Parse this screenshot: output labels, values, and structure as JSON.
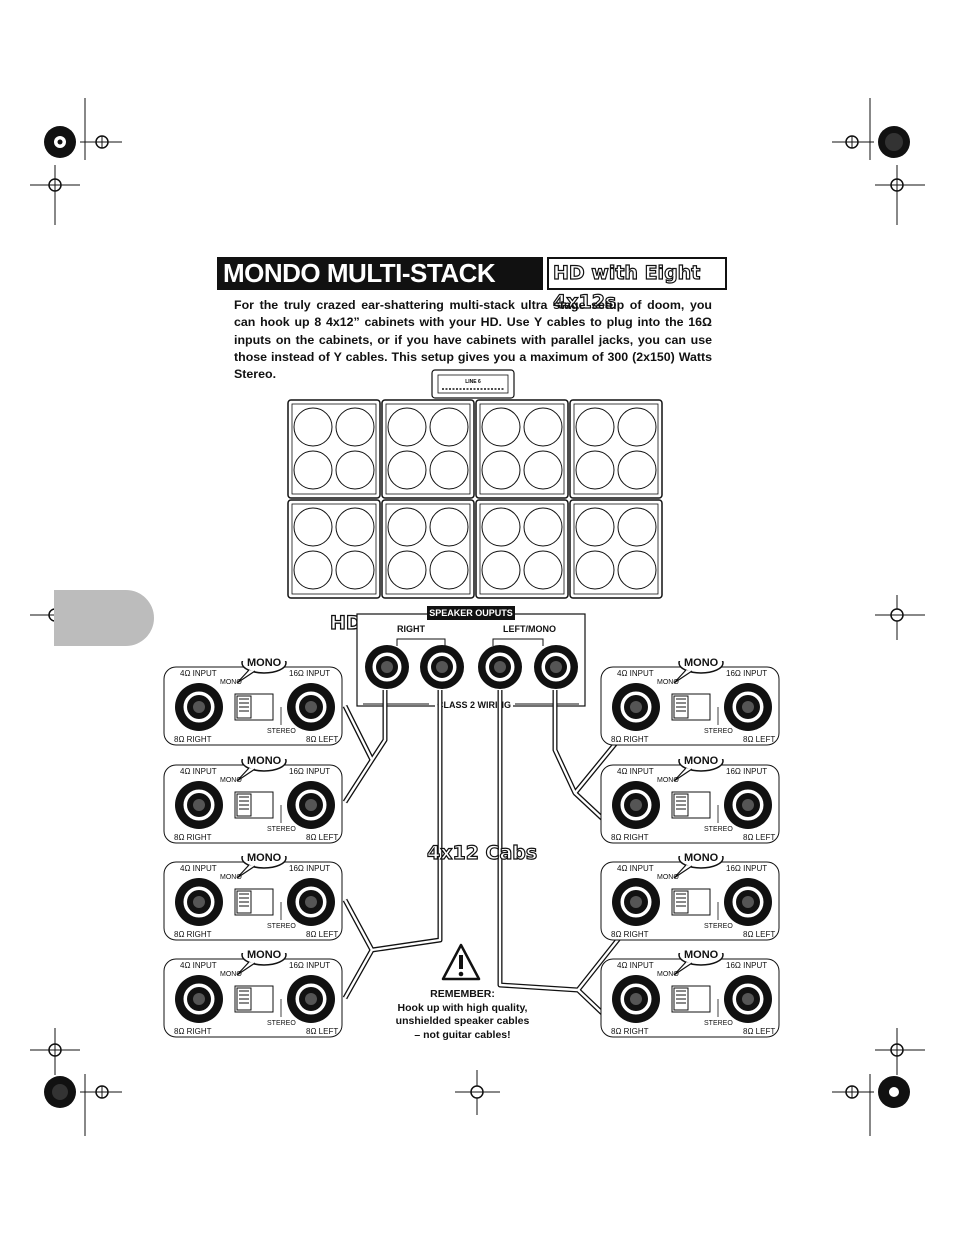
{
  "header": {
    "title": "MONDO MULTI-STACK STEREO",
    "subtitle": "HD with Eight 4x12s"
  },
  "intro": {
    "text": "For the truly crazed ear-shattering multi-stack ultra stage setup of doom, you can hook up 8 4x12” cabinets with your HD. Use Y cables to plug into the 16Ω inputs on the cabinets, or if you have cabinets with parallel jacks, you can use those instead of Y cables. This setup gives you a maximum of 300 (2x150) Watts Stereo."
  },
  "amp": {
    "label": "HD",
    "speaker_outputs": "SPEAKER OUPUTS",
    "right": "RIGHT",
    "left_mono": "LEFT/MONO",
    "class2": "CLASS 2 WIRING"
  },
  "cabs_label": "4x12 Cabs",
  "panel": {
    "mono_badge": "MONO",
    "input4": "4Ω INPUT",
    "input16": "16Ω INPUT",
    "mono": "MONO",
    "stereo": "STEREO",
    "right8": "8Ω RIGHT",
    "left8": "8Ω LEFT"
  },
  "remember": {
    "heading": "REMEMBER:",
    "line1": "Hook up with high quality,",
    "line2": "unshielded speaker cables",
    "line3": "– not guitar cables!"
  },
  "colors": {
    "ink": "#111111",
    "tab": "#bcbcbc"
  }
}
